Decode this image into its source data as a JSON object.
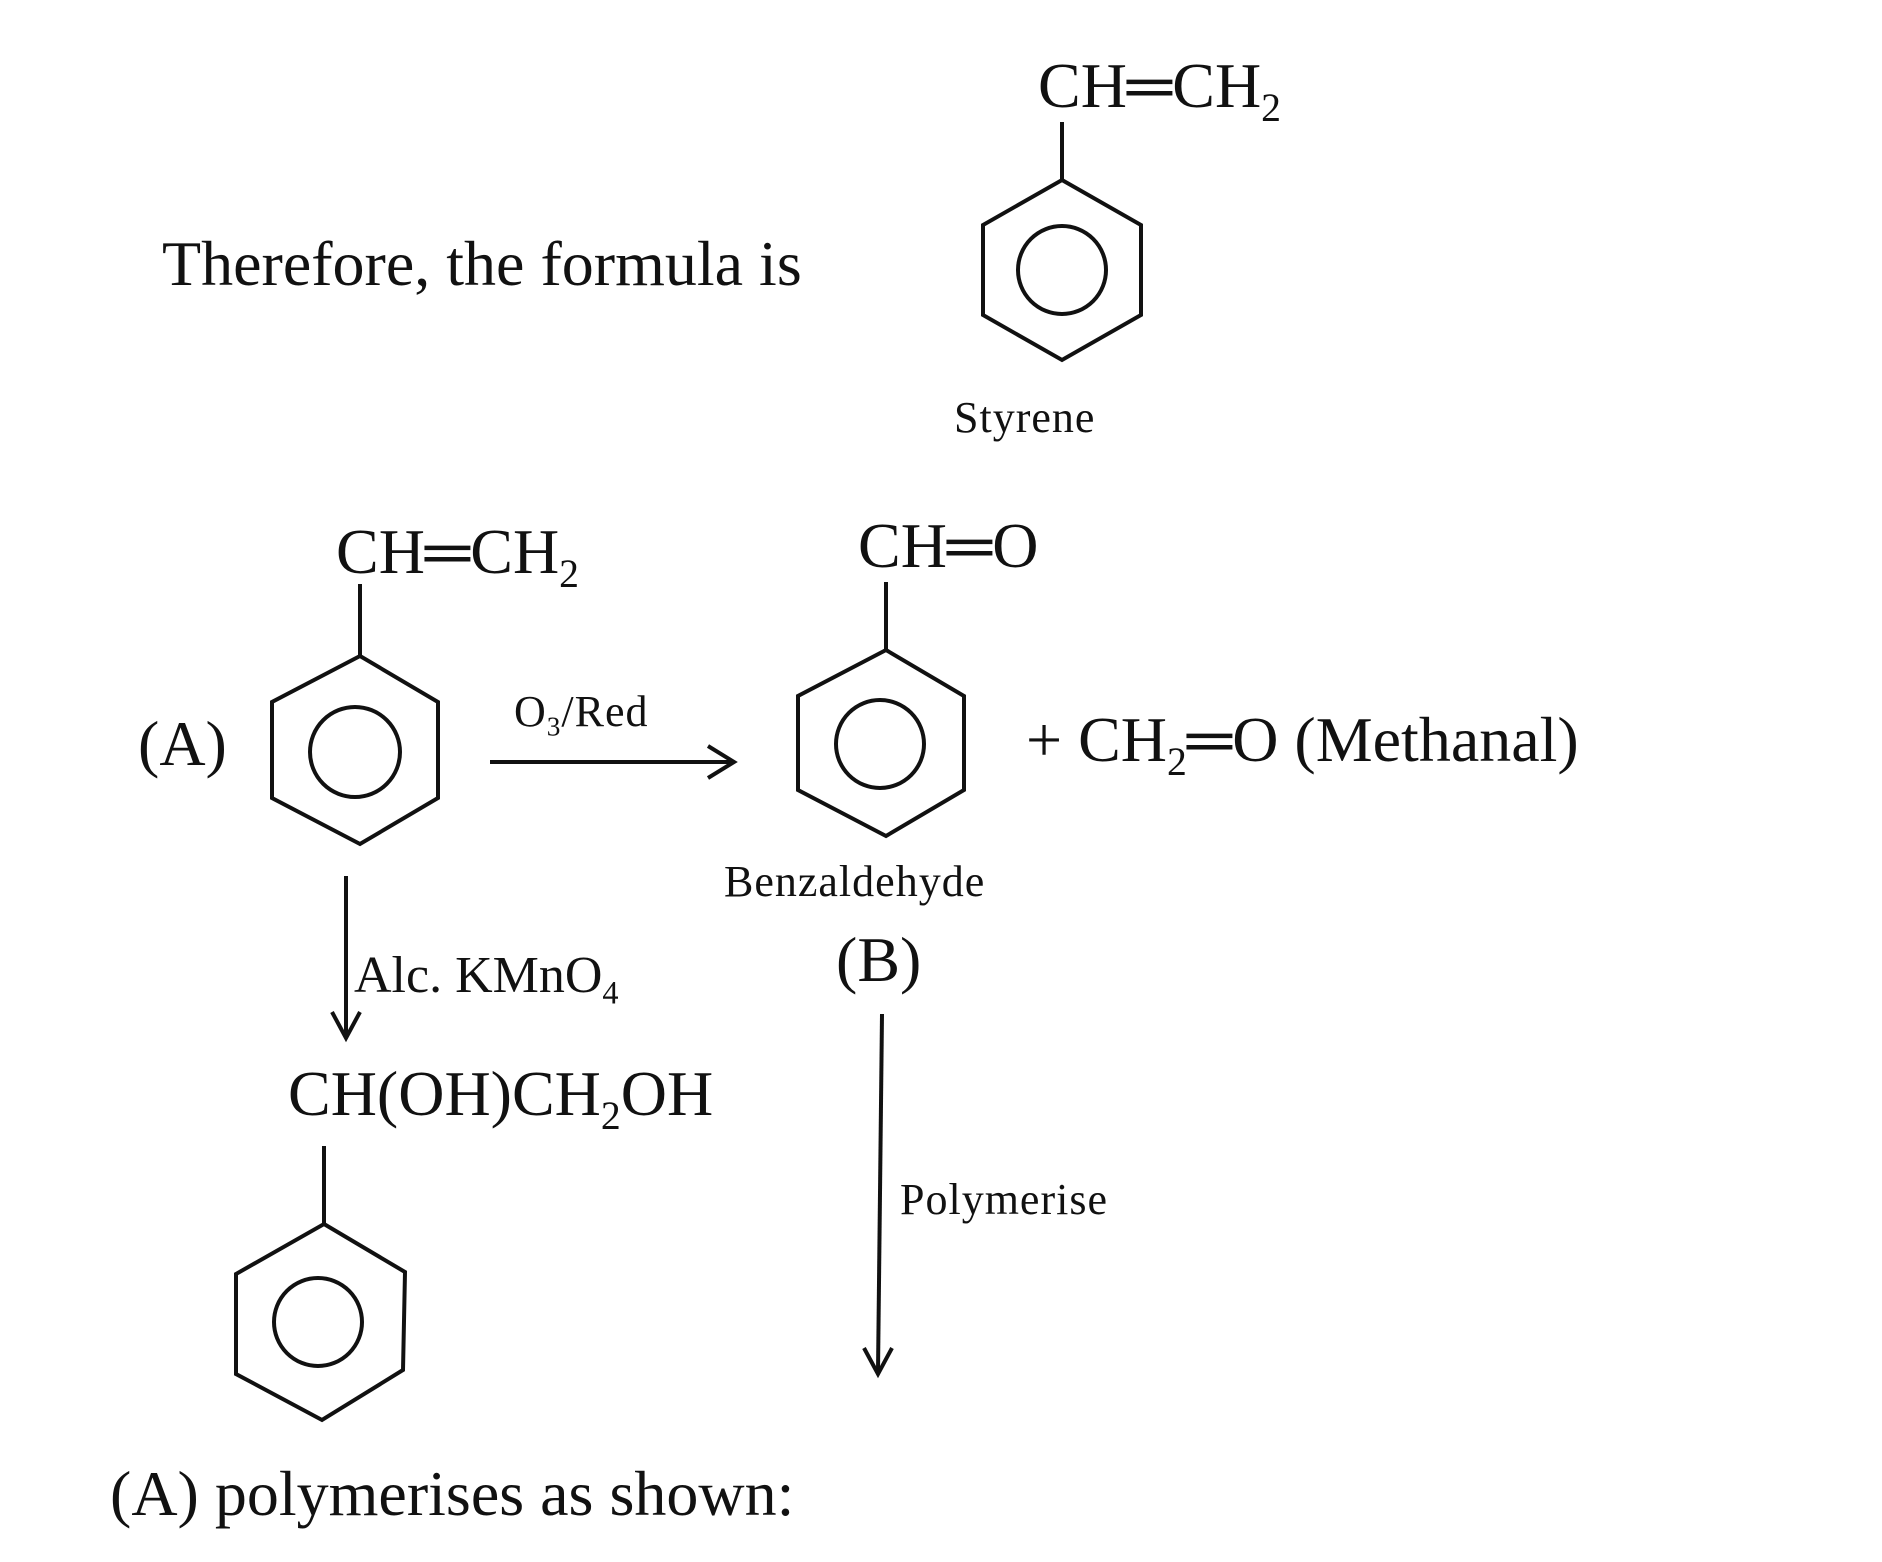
{
  "intro": {
    "text": "Therefore, the formula is"
  },
  "styrene": {
    "substituent": "CH═CH",
    "sub": "2",
    "name": "Styrene"
  },
  "reaction": {
    "a_label": "(A)",
    "a_substituent": "CH═CH",
    "a_sub": "2",
    "ozonolysis_reagent": "O",
    "ozonolysis_sub": "3",
    "ozonolysis_rest": "/Red",
    "b_substituent": "CH═O",
    "b_name": "Benzaldehyde",
    "b_label": "(B)",
    "coproduct_pre": "+  CH",
    "coproduct_sub": "2",
    "coproduct_post": "═O (Methanal)",
    "kmno4_pre": "Alc. KMnO",
    "kmno4_sub": "4",
    "diol_pre": "CH(OH)CH",
    "diol_sub": "2",
    "diol_post": "OH",
    "polymerise": "Polymerise"
  },
  "footer": {
    "text": "(A) polymerises as shown:"
  }
}
